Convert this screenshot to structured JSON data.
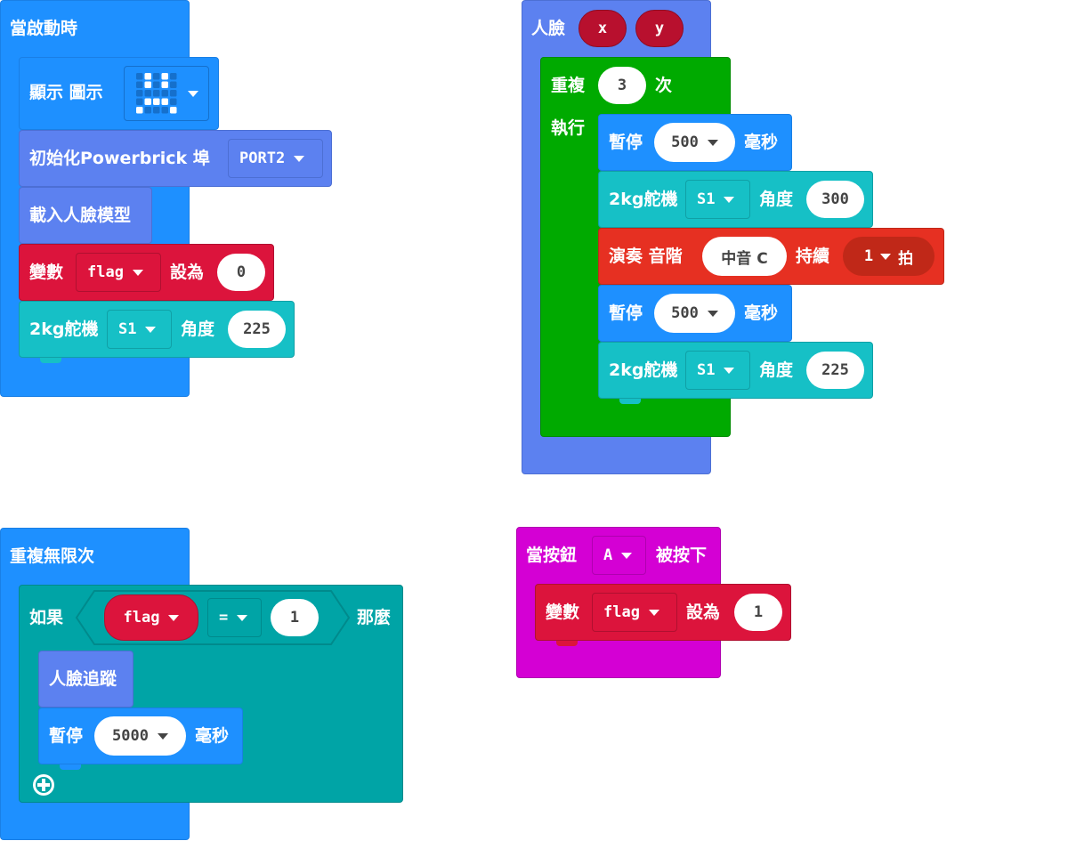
{
  "colors": {
    "basic": "#1e90ff",
    "basic_dark": "#1a7fe5",
    "powerbrick": "#5c81f0",
    "powerbrick_dark": "#4c6fd4",
    "variables": "#dc143c",
    "variables_dark": "#b01030",
    "servo": "#16c0c6",
    "servo_dark": "#10a0a6",
    "loops": "#00aa00",
    "logic": "#00a4a6",
    "logic_dark": "#008a8c",
    "music": "#e63022",
    "music_dark": "#c02818",
    "input": "#d400d4",
    "input_dark": "#b000b0"
  },
  "on_start": {
    "hat_label": "當啟動時",
    "show_icon": {
      "label": "顯示 圖示",
      "icon_name": "sad-face-icon"
    },
    "init_powerbrick": {
      "label": "初始化Powerbrick 埠",
      "port": "PORT2"
    },
    "load_face_model": {
      "label": "載入人臉模型"
    },
    "set_flag": {
      "label": "變數",
      "var": "flag",
      "to_label": "設為",
      "value": "0"
    },
    "servo": {
      "label": "2kg舵機",
      "servo": "S1",
      "angle_label": "角度",
      "angle": "225"
    }
  },
  "face_func": {
    "label": "人臉",
    "params": [
      "x",
      "y"
    ],
    "repeat": {
      "label": "重複",
      "times": "3",
      "times_label": "次",
      "do_label": "執行",
      "body": {
        "pause1": {
          "label": "暫停",
          "value": "500",
          "unit": "毫秒"
        },
        "servo1": {
          "label": "2kg舵機",
          "servo": "S1",
          "angle_label": "角度",
          "angle": "300"
        },
        "play": {
          "label": "演奏 音階",
          "note": "中音 C",
          "for_label": "持續",
          "beats": "1",
          "beat_unit": "拍"
        },
        "pause2": {
          "label": "暫停",
          "value": "500",
          "unit": "毫秒"
        },
        "servo2": {
          "label": "2kg舵機",
          "servo": "S1",
          "angle_label": "角度",
          "angle": "225"
        }
      }
    }
  },
  "forever": {
    "hat_label": "重複無限次",
    "if_block": {
      "if_label": "如果",
      "left": "flag",
      "op": "=",
      "right": "1",
      "then_label": "那麼",
      "body": {
        "face_track": {
          "label": "人臉追蹤"
        },
        "pause": {
          "label": "暫停",
          "value": "5000",
          "unit": "毫秒"
        }
      }
    }
  },
  "on_button": {
    "label": "當按鈕",
    "button": "A",
    "pressed_label": "被按下",
    "set_flag": {
      "label": "變數",
      "var": "flag",
      "to_label": "設為",
      "value": "1"
    }
  }
}
